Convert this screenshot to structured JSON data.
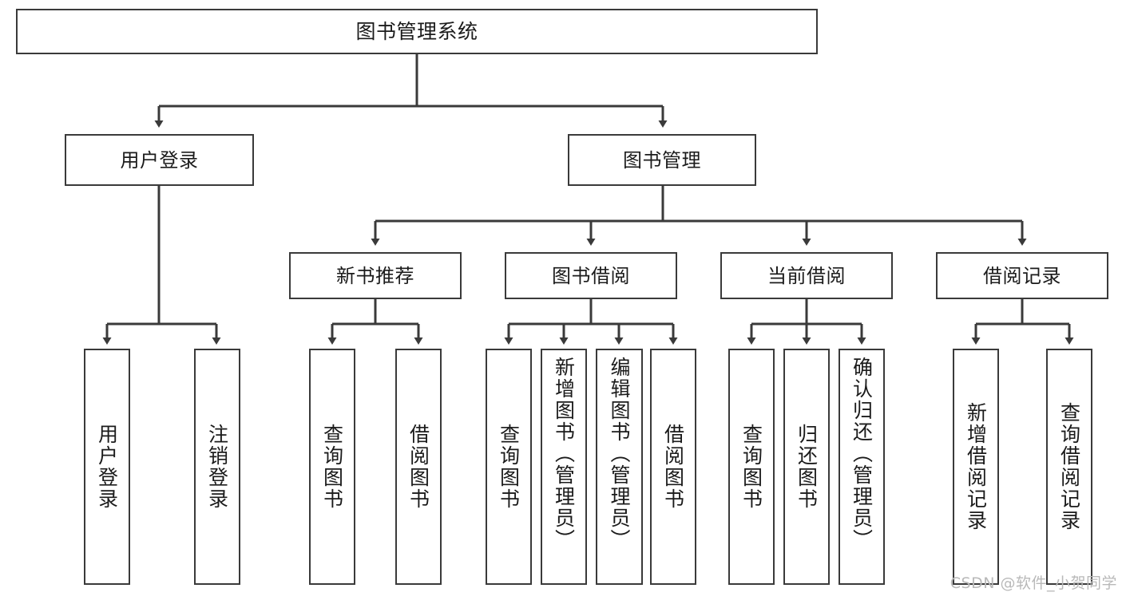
{
  "diagram": {
    "title_node": {
      "label": "图书管理系统"
    },
    "level2": [
      {
        "label": "用户登录"
      },
      {
        "label": "图书管理"
      }
    ],
    "level3": [
      {
        "label": "新书推荐"
      },
      {
        "label": "图书借阅"
      },
      {
        "label": "当前借阅"
      },
      {
        "label": "借阅记录"
      }
    ],
    "leaves": [
      {
        "label": "用户登录"
      },
      {
        "label": "注销登录"
      },
      {
        "label": "查询图书"
      },
      {
        "label": "借阅图书"
      },
      {
        "label": "查询图书"
      },
      {
        "label": "新增图书（管理员）"
      },
      {
        "label": "编辑图书（管理员）"
      },
      {
        "label": "借阅图书"
      },
      {
        "label": "查询图书"
      },
      {
        "label": "归还图书"
      },
      {
        "label": "确认归还（管理员）"
      },
      {
        "label": "新增借阅记录"
      },
      {
        "label": "查询借阅记录"
      }
    ],
    "watermark": "CSDN @软件_小贺同学",
    "colors": {
      "box_border": "#3a3a3a",
      "background": "#ffffff",
      "text": "#1b1b1b",
      "watermark": "#b9b9b9"
    }
  }
}
